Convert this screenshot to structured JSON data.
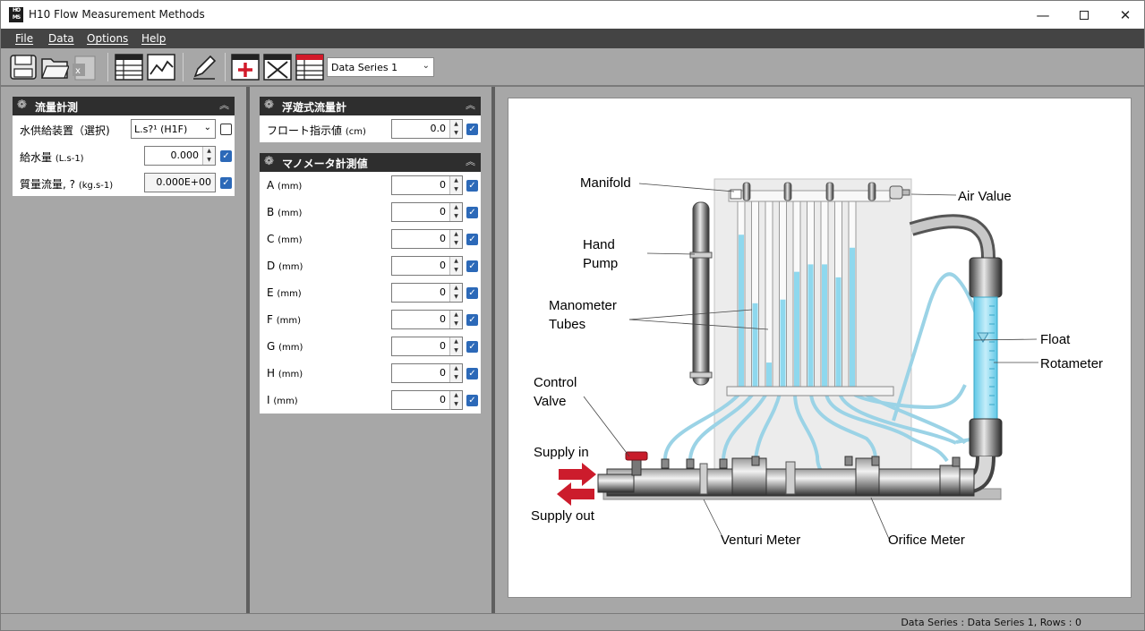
{
  "window": {
    "title": "H10 Flow Measurement Methods",
    "icon_text": "HO MS"
  },
  "menu": [
    "File",
    "Data",
    "Options",
    "Help"
  ],
  "toolbar": {
    "icons": [
      "save-icon",
      "open-folder-icon",
      "excel-export-icon",
      "table-view-icon",
      "chart-view-icon",
      "edit-pencil-icon",
      "add-row-icon",
      "delete-row-icon",
      "series-table-icon"
    ],
    "series_selected": "Data Series 1"
  },
  "flow_panel": {
    "title": "流量計測",
    "rows": [
      {
        "label": "水供給装置（選択)",
        "value": "L.s?¹ (H1F)",
        "checked": false
      },
      {
        "label": "給水量",
        "unit": "(L.s-1)",
        "value": "0.000",
        "checked": true
      },
      {
        "label": "質量流量, ?",
        "unit": "(kg.s-1)",
        "value": "0.000E+00",
        "checked": true
      }
    ]
  },
  "float_panel": {
    "title": "浮遊式流量計",
    "rows": [
      {
        "label": "フロート指示値",
        "unit": "(cm)",
        "value": "0.0",
        "checked": true
      }
    ]
  },
  "manometer_panel": {
    "title": "マノメータ計測値",
    "rows": [
      {
        "label": "A",
        "unit": "(mm)",
        "value": "0",
        "checked": true
      },
      {
        "label": "B",
        "unit": "(mm)",
        "value": "0",
        "checked": true
      },
      {
        "label": "C",
        "unit": "(mm)",
        "value": "0",
        "checked": true
      },
      {
        "label": "D",
        "unit": "(mm)",
        "value": "0",
        "checked": true
      },
      {
        "label": "E",
        "unit": "(mm)",
        "value": "0",
        "checked": true
      },
      {
        "label": "F",
        "unit": "(mm)",
        "value": "0",
        "checked": true
      },
      {
        "label": "G",
        "unit": "(mm)",
        "value": "0",
        "checked": true
      },
      {
        "label": "H",
        "unit": "(mm)",
        "value": "0",
        "checked": true
      },
      {
        "label": "I",
        "unit": "(mm)",
        "value": "0",
        "checked": true
      }
    ]
  },
  "diagram": {
    "labels": {
      "manifold": "Manifold",
      "air_valve": "Air Value",
      "hand_pump_1": "Hand",
      "hand_pump_2": "Pump",
      "manometer_1": "Manometer",
      "manometer_2": "Tubes",
      "float": "Float",
      "rotameter": "Rotameter",
      "control_1": "Control",
      "control_2": "Valve",
      "supply_in": "Supply in",
      "supply_out": "Supply out",
      "venturi": "Venturi Meter",
      "orifice": "Orifice Meter"
    },
    "tube_levels": [
      0.82,
      0.45,
      0.13,
      0.47,
      0.62,
      0.66,
      0.66,
      0.59,
      0.75
    ],
    "colors": {
      "water": "#8ed8ee",
      "pipe_light": "#e0e0e0",
      "arrow": "#cc1c2c"
    }
  },
  "status": {
    "text": "Data Series : Data Series 1,  Rows : 0"
  }
}
